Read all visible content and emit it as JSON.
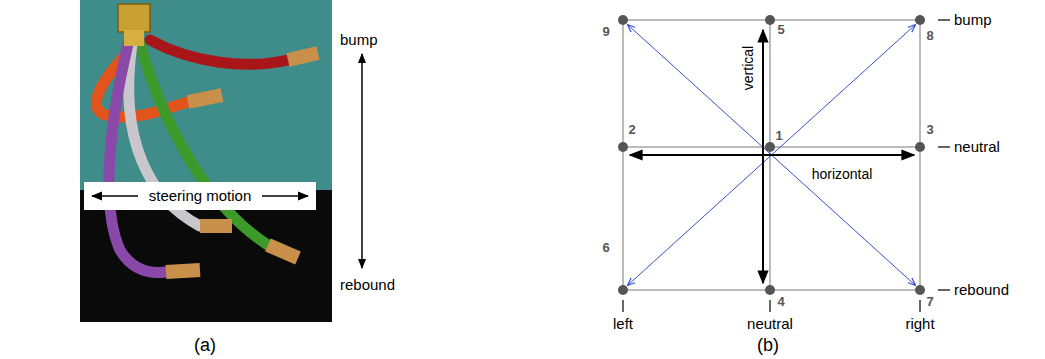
{
  "diagram": {
    "labels": [
      "bump",
      "steering motion",
      "rebound",
      "(a)",
      "9",
      "5",
      "8",
      "bump",
      "vertical",
      "2",
      "1",
      "3",
      "neutral",
      "horizontal",
      "6",
      "4",
      "7",
      "rebound",
      "left",
      "neutral",
      "right",
      "(b)"
    ]
  }
}
